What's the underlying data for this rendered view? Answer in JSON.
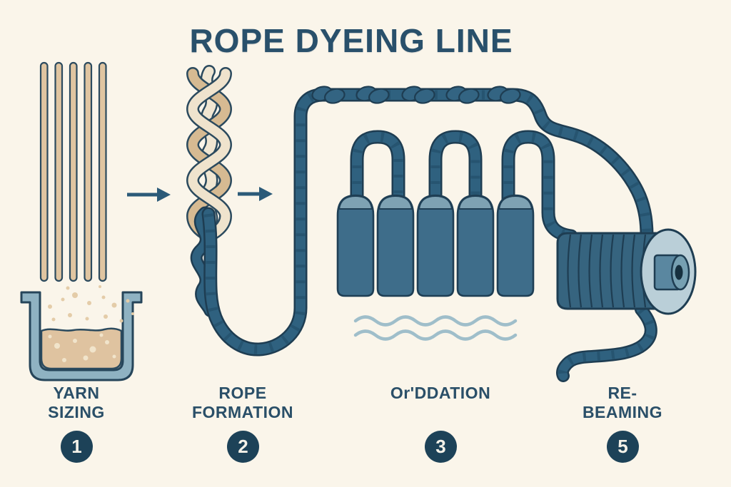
{
  "title": "ROPE DYEING LINE",
  "stages": [
    {
      "name": "yarn-sizing",
      "label_lines": [
        "YARN",
        "SIZING"
      ],
      "number": "1"
    },
    {
      "name": "rope-formation",
      "label_lines": [
        "ROPE",
        "FORMATION"
      ],
      "number": "2"
    },
    {
      "name": "oxidation",
      "label_lines": [
        "Or'DDATION",
        ""
      ],
      "number": "3"
    },
    {
      "name": "re-beaming",
      "label_lines": [
        "RE-",
        "BEAMING"
      ],
      "number": "5"
    }
  ],
  "palette": {
    "background": "#faf5ea",
    "ink": "#29506b",
    "rope_blue": "#2f617f",
    "rope_outline": "#1e3d52",
    "tank_body": "#3e6d8a",
    "tank_cap": "#7ea2b3",
    "yarn_tan": "#e0c5a1",
    "braid_light": "#efe3cd",
    "braid_dark": "#d6ba92",
    "vat_wall": "#8fb2c2",
    "liquid_tan": "#dfc3a0",
    "wave_blue": "#9fbeca",
    "flange_blue": "#bacfd8",
    "number_circle": "#1d4258"
  }
}
